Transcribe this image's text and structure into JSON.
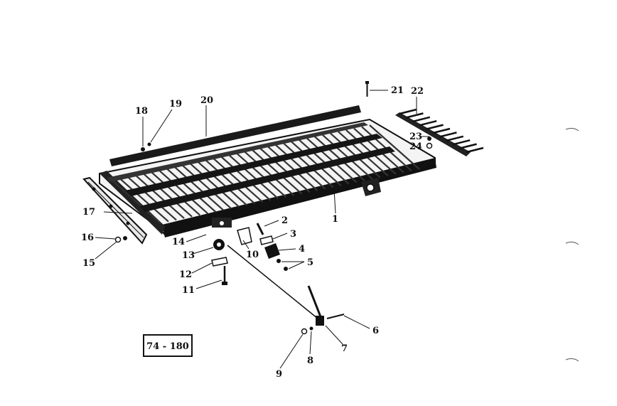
{
  "diagram": {
    "reference_code": "74 - 180",
    "part_labels": [
      {
        "id": "p1",
        "text": "1"
      },
      {
        "id": "p2",
        "text": "2"
      },
      {
        "id": "p3",
        "text": "3"
      },
      {
        "id": "p4",
        "text": "4"
      },
      {
        "id": "p5",
        "text": "5"
      },
      {
        "id": "p6",
        "text": "6"
      },
      {
        "id": "p7",
        "text": "7"
      },
      {
        "id": "p8",
        "text": "8"
      },
      {
        "id": "p9",
        "text": "9"
      },
      {
        "id": "p10",
        "text": "10"
      },
      {
        "id": "p11",
        "text": "11"
      },
      {
        "id": "p12",
        "text": "12"
      },
      {
        "id": "p13",
        "text": "13"
      },
      {
        "id": "p14",
        "text": "14"
      },
      {
        "id": "p15",
        "text": "15"
      },
      {
        "id": "p16",
        "text": "16"
      },
      {
        "id": "p17",
        "text": "17"
      },
      {
        "id": "p18",
        "text": "18"
      },
      {
        "id": "p19",
        "text": "19"
      },
      {
        "id": "p20",
        "text": "20"
      },
      {
        "id": "p21",
        "text": "21"
      },
      {
        "id": "p22",
        "text": "22"
      },
      {
        "id": "p23",
        "text": "23"
      },
      {
        "id": "p24",
        "text": "24"
      }
    ]
  }
}
